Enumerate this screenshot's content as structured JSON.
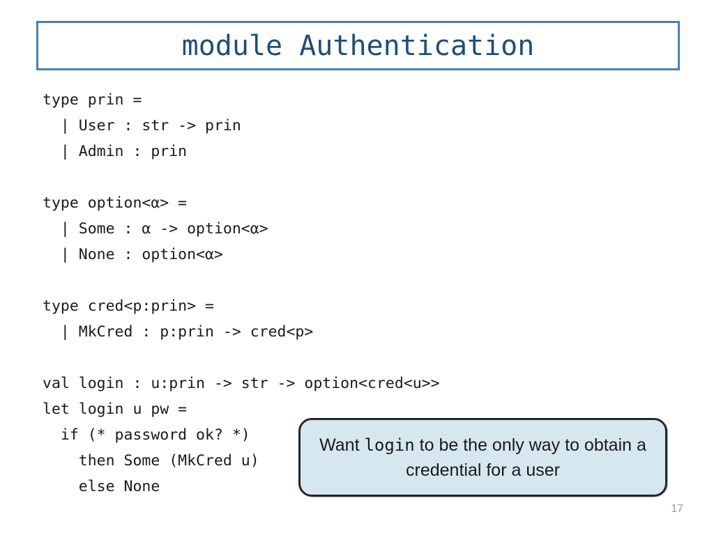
{
  "slide": {
    "title": "module Authentication",
    "page_number": "17",
    "background_color": "#ffffff",
    "title_box": {
      "border_color": "#4a7ebb",
      "text_color": "#1f4e79",
      "fill_color": "#ffffff"
    }
  },
  "code": {
    "lines": [
      "type prin =",
      "  | User : str -> prin",
      "  | Admin : prin",
      "",
      "type option<α> =",
      "  | Some : α -> option<α>",
      "  | None : option<α>",
      "",
      "type cred<p:prin> =",
      "  | MkCred : p:prin -> cred<p>",
      "",
      "val login : u:prin -> str -> option<cred<u>>",
      "let login u pw =",
      "  if (* password ok? *)",
      "    then Some (MkCred u)",
      "    else None"
    ],
    "text_color": "#1a1a1a"
  },
  "callout": {
    "text_before": "Want ",
    "text_mono": "login",
    "text_after": " to be the only way to obtain a credential for a user",
    "full_text": "Want login to be the only way to obtain a credential for a user",
    "fill_color": "#d6e8ef",
    "border_color": "#262626",
    "text_color": "#1a1a1a"
  }
}
